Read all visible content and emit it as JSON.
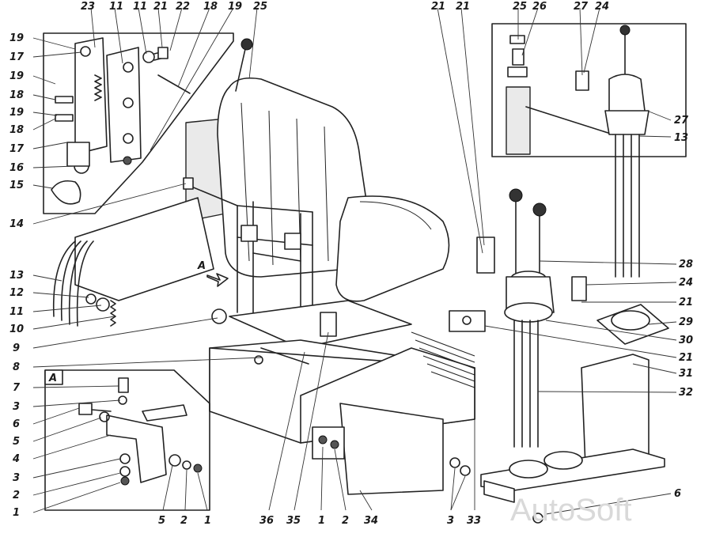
{
  "diagram": {
    "watermark": "AutoSoft",
    "inset_tag": "A",
    "view_arrow_label": "A",
    "labels_left": [
      "19",
      "17",
      "19",
      "18",
      "19",
      "18",
      "17",
      "16",
      "15",
      "14",
      "13",
      "12",
      "11",
      "10",
      "9",
      "8",
      "7",
      "3",
      "6",
      "5",
      "4",
      "3",
      "2",
      "1"
    ],
    "labels_top_left": [
      "23",
      "11",
      "11",
      "21",
      "22",
      "18",
      "19",
      "25"
    ],
    "labels_top_right": [
      "21",
      "21",
      "25",
      "26",
      "27",
      "24"
    ],
    "labels_right": [
      "27",
      "13",
      "28",
      "24",
      "21",
      "29",
      "30",
      "21",
      "31",
      "32",
      "6"
    ],
    "labels_bottom": [
      "5",
      "2",
      "1",
      "36",
      "35",
      "1",
      "2",
      "34",
      "3",
      "33"
    ]
  }
}
